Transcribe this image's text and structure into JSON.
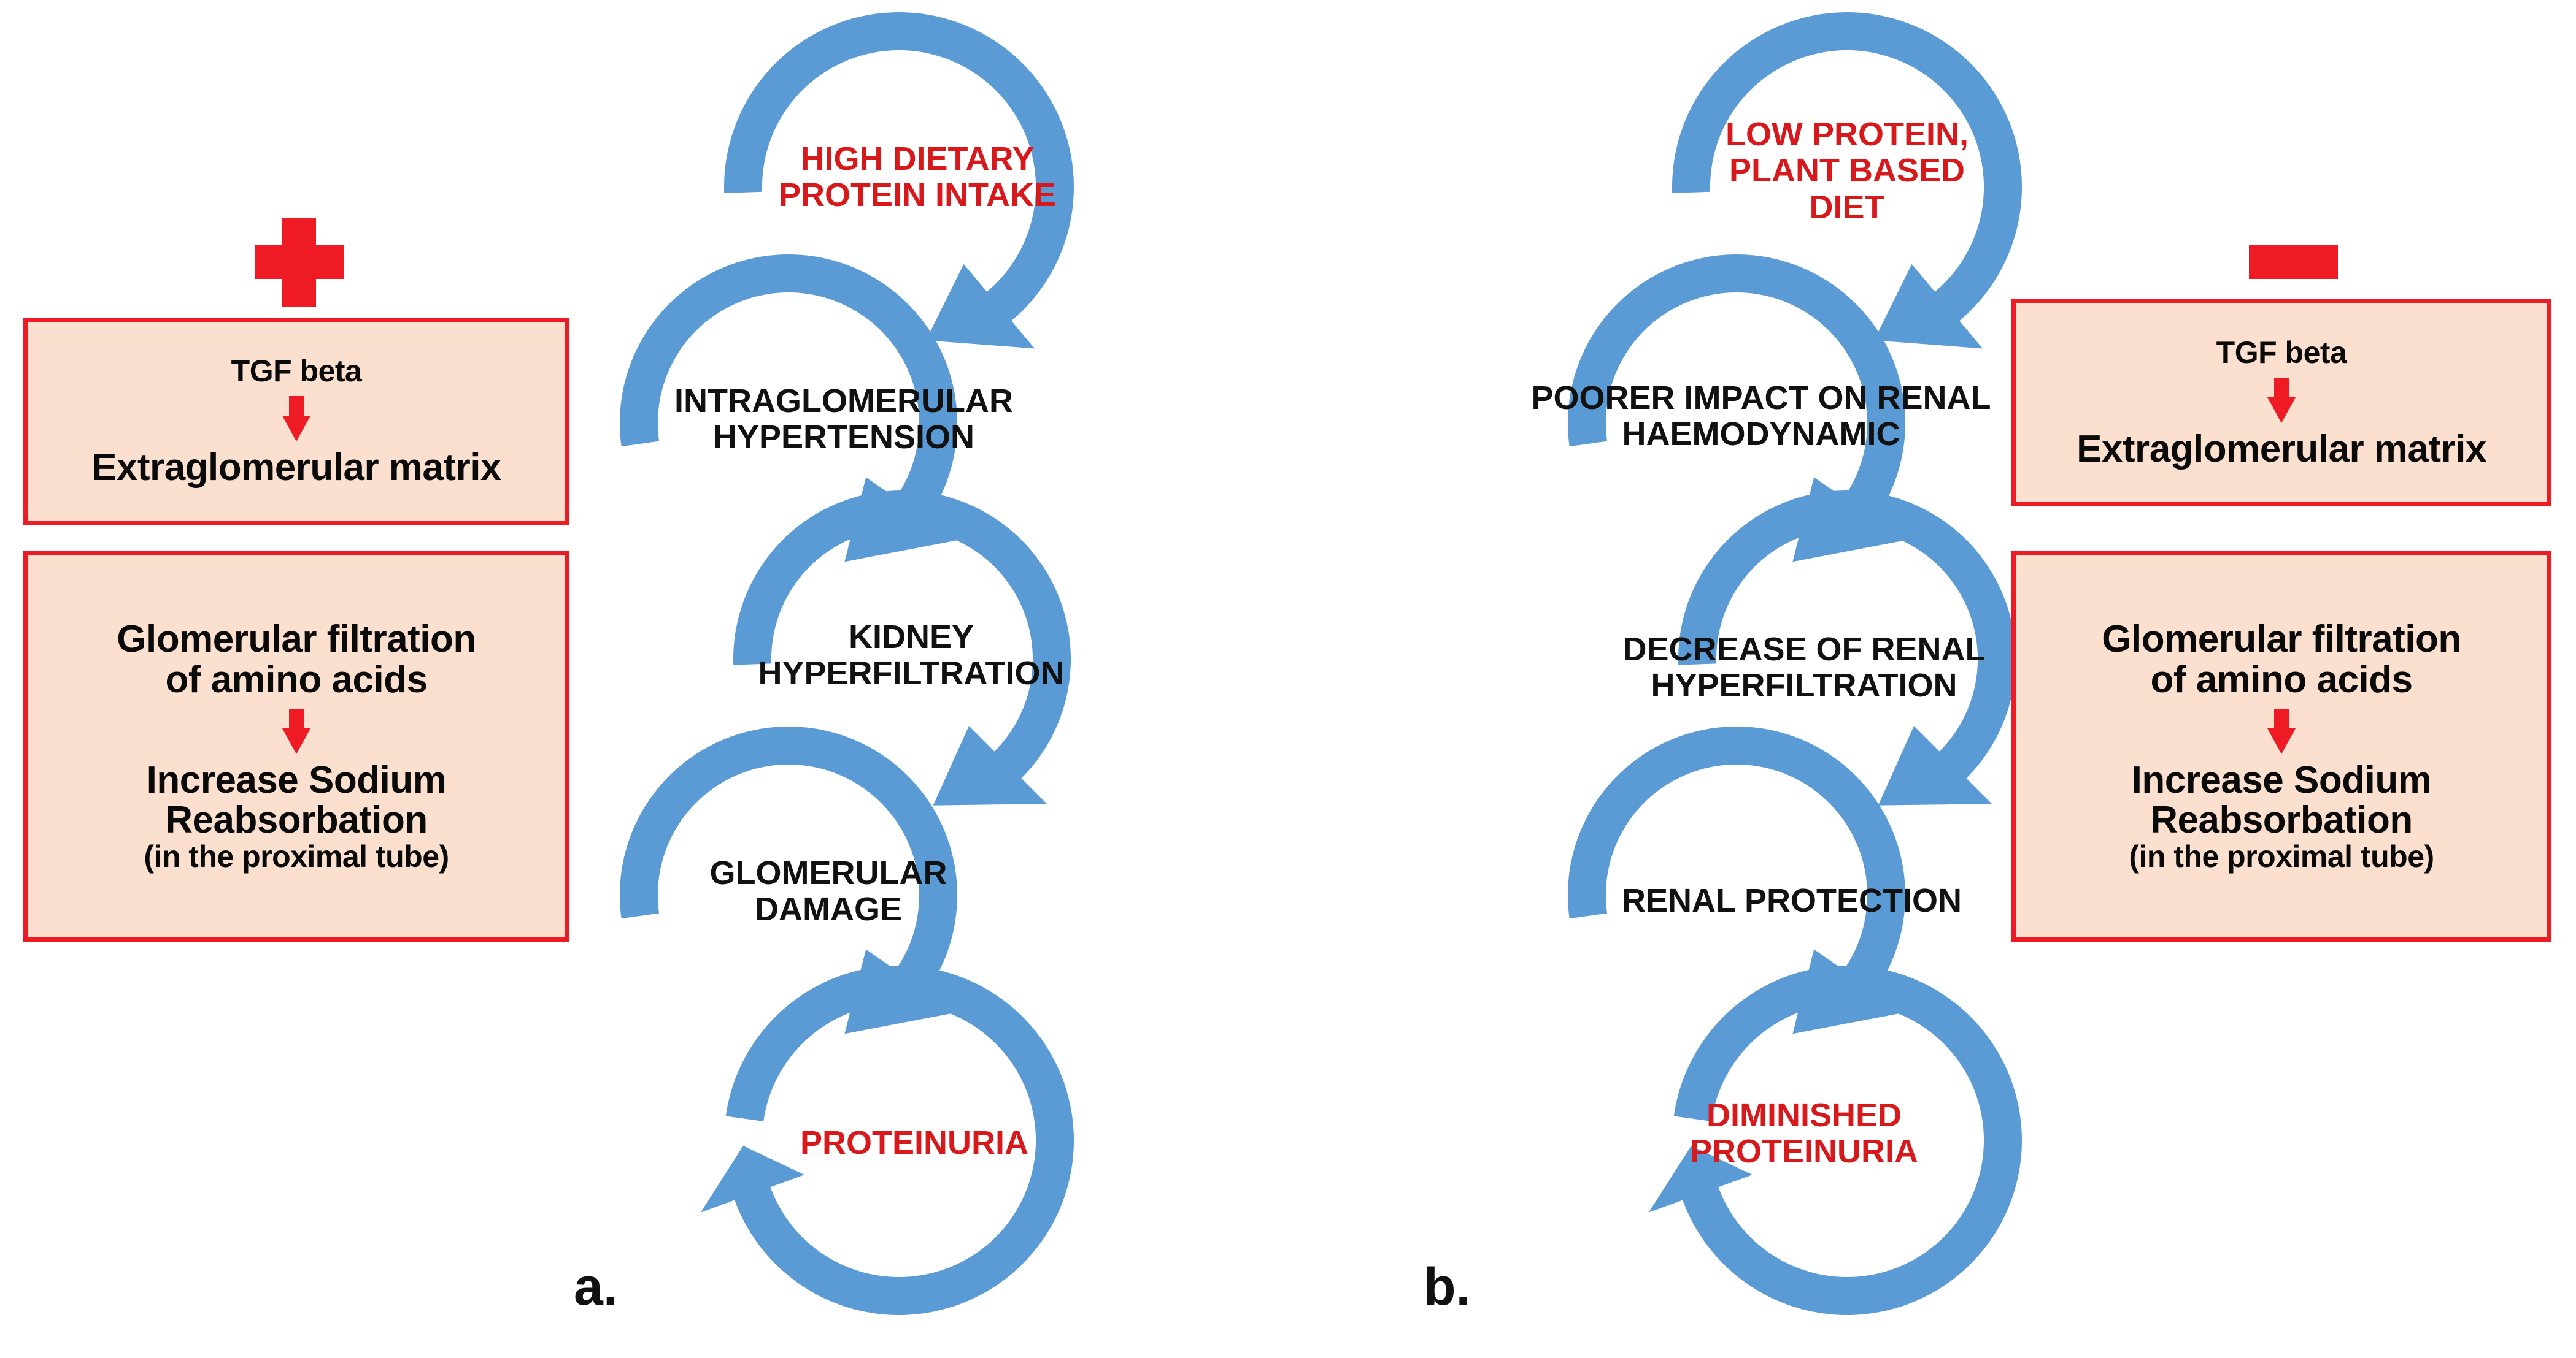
{
  "figure": {
    "background_color": "#ffffff",
    "arrow_color": "#5b9bd5",
    "box_border_color": "#ed1c24",
    "box_fill_color": "#fbe0d0",
    "red_text_color": "#d7191c",
    "black_text_color": "#111111"
  },
  "panel_a": {
    "caption": "a.",
    "sign": "plus",
    "cycle": [
      {
        "label": "HIGH DIETARY\nPROTEIN INTAKE",
        "emphasis": "red"
      },
      {
        "label": "INTRAGLOMERULAR\nHYPERTENSION",
        "emphasis": "black"
      },
      {
        "label": "KIDNEY\nHYPERFILTRATION",
        "emphasis": "black"
      },
      {
        "label": "GLOMERULAR\nDAMAGE",
        "emphasis": "black"
      },
      {
        "label": "PROTEINURIA",
        "emphasis": "red"
      }
    ],
    "boxes": [
      {
        "lines": [
          {
            "text": "TGF beta",
            "size": "small"
          },
          {
            "text": "Extraglomerular matrix",
            "size": "big"
          }
        ]
      },
      {
        "lines": [
          {
            "text": "Glomerular filtration",
            "size": "big"
          },
          {
            "text": "of amino acids",
            "size": "big"
          },
          {
            "text": "Increase Sodium",
            "size": "big"
          },
          {
            "text": "Reabsorbation",
            "size": "big"
          },
          {
            "text": "(in the proximal tube)",
            "size": "small"
          }
        ]
      }
    ]
  },
  "panel_b": {
    "caption": "b.",
    "sign": "minus",
    "cycle": [
      {
        "label": "LOW PROTEIN,\nPLANT BASED\nDIET",
        "emphasis": "red"
      },
      {
        "label": "POORER IMPACT ON RENAL\nHAEMODYNAMIC",
        "emphasis": "black"
      },
      {
        "label": "DECREASE OF RENAL\nHYPERFILTRATION",
        "emphasis": "black"
      },
      {
        "label": "RENAL PROTECTION",
        "emphasis": "black"
      },
      {
        "label": "DIMINISHED\nPROTEINURIA",
        "emphasis": "red"
      }
    ],
    "boxes": [
      {
        "lines": [
          {
            "text": "TGF beta",
            "size": "small"
          },
          {
            "text": "Extraglomerular matrix",
            "size": "big"
          }
        ]
      },
      {
        "lines": [
          {
            "text": "Glomerular filtration",
            "size": "big"
          },
          {
            "text": "of amino acids",
            "size": "big"
          },
          {
            "text": "Increase Sodium",
            "size": "big"
          },
          {
            "text": "Reabsorbation",
            "size": "big"
          },
          {
            "text": "(in the proximal tube)",
            "size": "small"
          }
        ]
      }
    ]
  }
}
